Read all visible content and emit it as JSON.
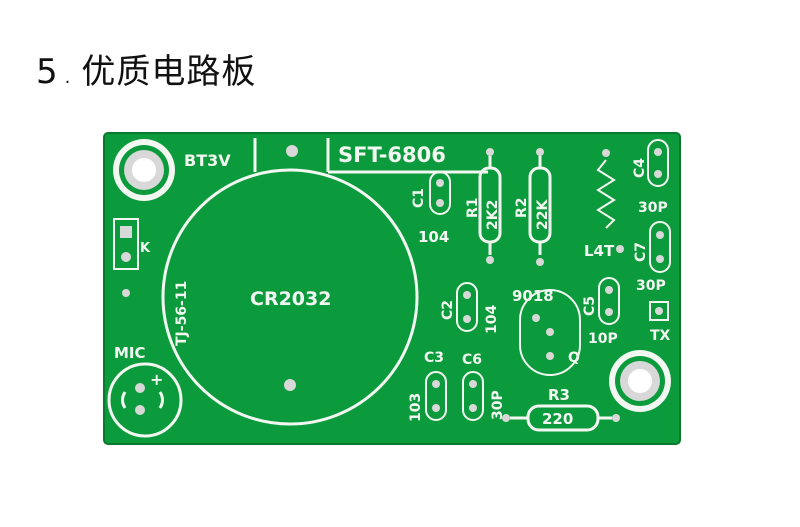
{
  "heading": {
    "number": "5",
    "separator": ".",
    "title": "优质电路板"
  },
  "board": {
    "color": "#0c9b3c",
    "silkscreen_color": "#f2f7f2",
    "pad_color": "#d8d8d8",
    "labels": {
      "battery_voltage": "BT3V",
      "model": "SFT-6806",
      "battery": "CR2032",
      "holder": "TJ-56-11",
      "mic": "MIC",
      "k": "K",
      "c1": "C1",
      "c1_value": "104",
      "r1": "R1",
      "r1_value": "2K2",
      "r2": "R2",
      "r2_value": "22K",
      "c4": "C4",
      "c4_value": "30P",
      "l4t": "L4T",
      "c7": "C7",
      "c7_value": "30P",
      "c2": "C2",
      "c2_value": "104",
      "transistor": "9018",
      "c5": "C5",
      "c5_value": "10P",
      "tx": "TX",
      "q": "Q",
      "c3": "C3",
      "c3_value": "103",
      "c6": "C6",
      "c6_value": "30P",
      "r3": "R3",
      "r3_value": "220",
      "plus": "+"
    }
  }
}
